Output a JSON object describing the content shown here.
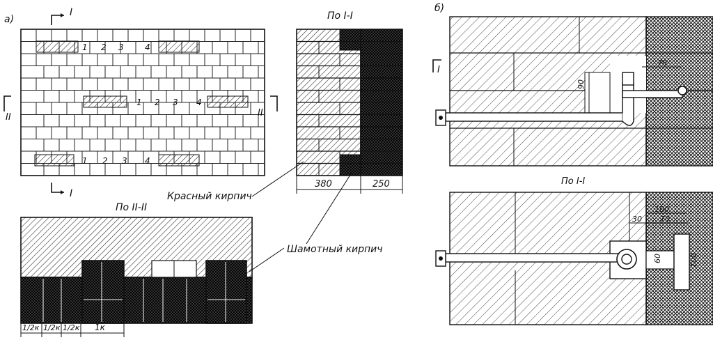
{
  "labels": {
    "part_a": "а)",
    "part_b": "б)",
    "section_I_top": "I",
    "section_I_bottom": "I",
    "section_II_left": "II",
    "section_II_right": "II",
    "view_I": "По I-I",
    "view_II": "По II-II",
    "view_b_I": "По I-I",
    "b_section_mark": "I",
    "red_brick": "Красный кирпич",
    "fireclay_brick": "Шамотный кирпич"
  },
  "row_numbers": {
    "row1": [
      "1",
      "2",
      "3",
      "4"
    ],
    "row2": [
      "1",
      "2",
      "3",
      "4"
    ],
    "row3": [
      "1",
      "2",
      "3",
      "4"
    ]
  },
  "dimensions": {
    "red_width": "380",
    "fireclay_width": "250",
    "bottom": [
      "1/2к",
      "1/2к",
      "1/2к",
      "1к"
    ],
    "b_top_70": "70",
    "b_top_90": "90",
    "b_bot_100": "100",
    "b_bot_30": "30",
    "b_bot_70": "70",
    "b_bot_60": "60",
    "b_bot_100v": "100"
  }
}
